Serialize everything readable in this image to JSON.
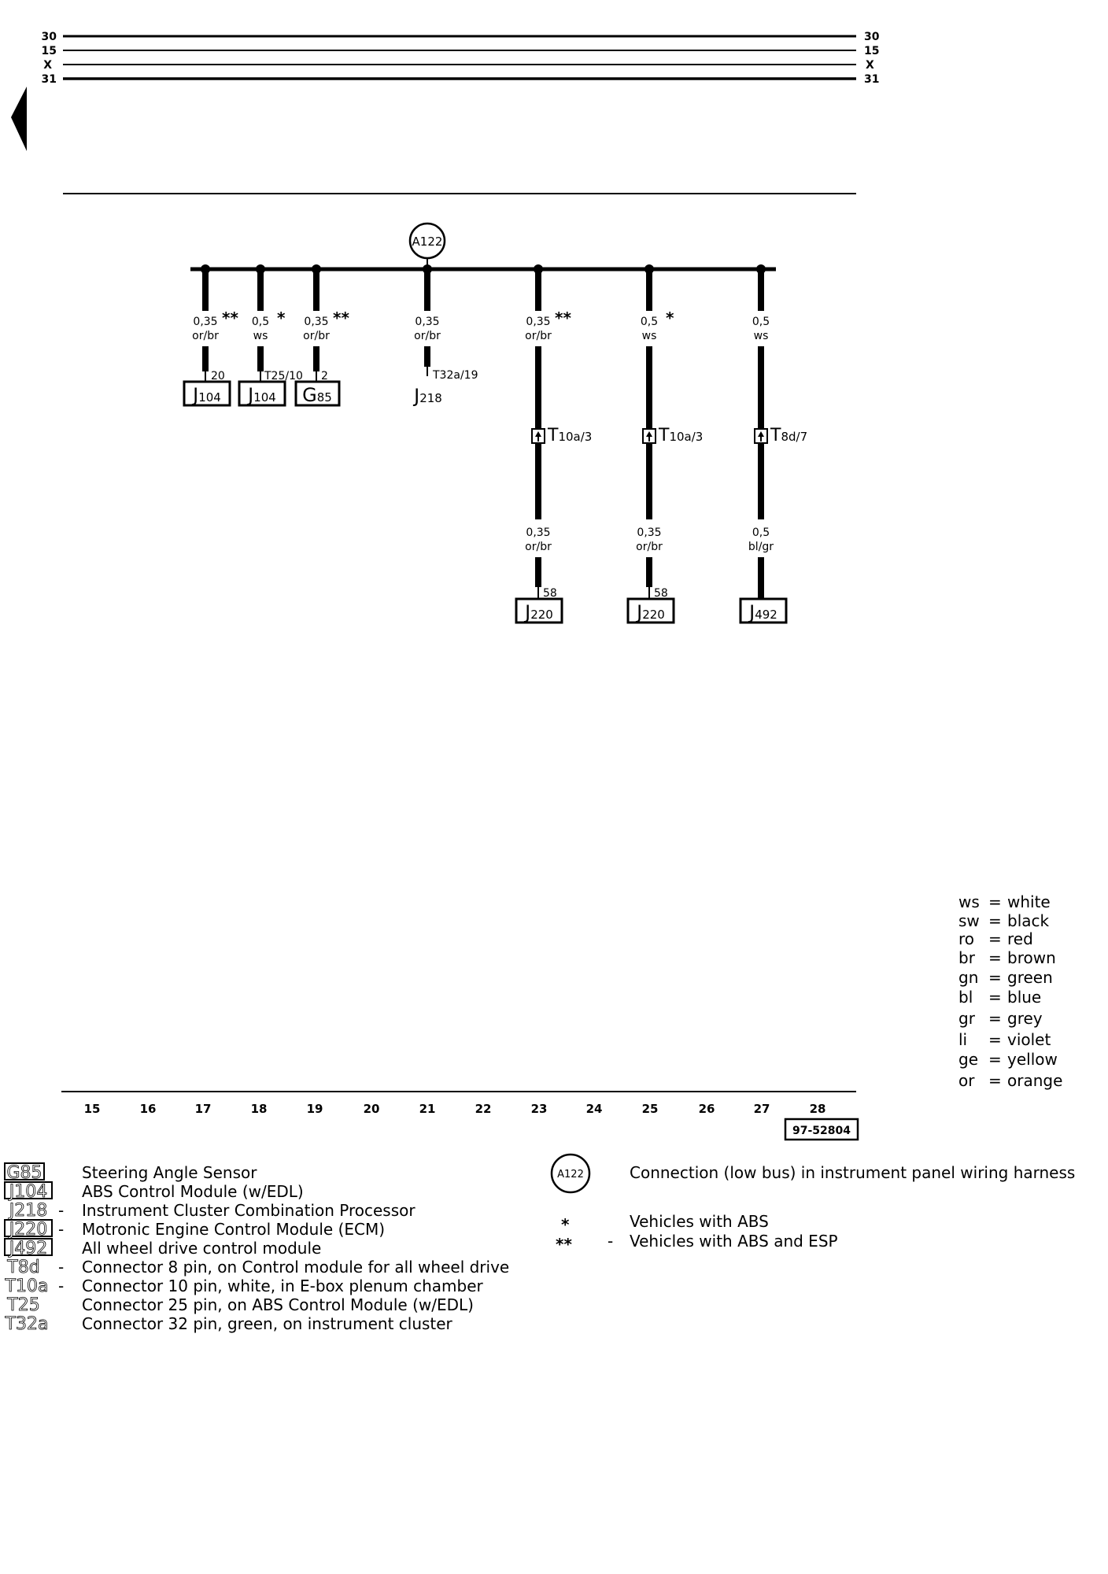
{
  "rails": [
    {
      "left": "30",
      "right": "30"
    },
    {
      "left": "15",
      "right": "15"
    },
    {
      "left": "X",
      "right": "X"
    },
    {
      "left": "31",
      "right": "31"
    }
  ],
  "bus": {
    "label": "A122"
  },
  "wires": {
    "w1": {
      "gauge": "0,35",
      "color": "or/br",
      "marker": "**"
    },
    "w2": {
      "gauge": "0,5",
      "color": "ws",
      "marker": "*"
    },
    "w3": {
      "gauge": "0,35",
      "color": "or/br",
      "marker": "**"
    },
    "w4": {
      "gauge": "0,35",
      "color": "or/br",
      "marker": ""
    },
    "w5": {
      "gauge": "0,35",
      "color": "or/br",
      "marker": "**",
      "connector_main": "T",
      "connector_sub": "10a/3",
      "lower_gauge": "0,35",
      "lower_color": "or/br"
    },
    "w6": {
      "gauge": "0,5",
      "color": "ws",
      "marker": "*",
      "connector_main": "T",
      "connector_sub": "10a/3",
      "lower_gauge": "0,35",
      "lower_color": "or/br"
    },
    "w7": {
      "gauge": "0,5",
      "color": "ws",
      "marker": "",
      "connector_main": "T",
      "connector_sub": "8d/7",
      "lower_gauge": "0,5",
      "lower_color": "bl/gr"
    }
  },
  "components": {
    "c1": {
      "main": "J",
      "sub": "104",
      "pin": "20"
    },
    "c2": {
      "main": "J",
      "sub": "104",
      "pin": "T25/10"
    },
    "c3": {
      "main": "G",
      "sub": "85",
      "pin": "2"
    },
    "c4": {
      "main": "J",
      "sub": "218",
      "pin": "T32a/19"
    },
    "c5": {
      "main": "J",
      "sub": "220",
      "pin": "58"
    },
    "c6": {
      "main": "J",
      "sub": "220",
      "pin": "58"
    },
    "c7": {
      "main": "J",
      "sub": "492",
      "pin": ""
    }
  },
  "color_codes": [
    {
      "code": "ws",
      "name": "white"
    },
    {
      "code": "sw",
      "name": "black"
    },
    {
      "code": "ro",
      "name": "red"
    },
    {
      "code": "br",
      "name": "brown"
    },
    {
      "code": "gn",
      "name": "green"
    },
    {
      "code": "bl",
      "name": "blue"
    },
    {
      "code": "gr",
      "name": "grey"
    },
    {
      "code": "li",
      "name": "violet"
    },
    {
      "code": "ge",
      "name": "yellow"
    },
    {
      "code": "or",
      "name": "orange"
    }
  ],
  "columns": [
    "15",
    "16",
    "17",
    "18",
    "19",
    "20",
    "21",
    "22",
    "23",
    "24",
    "25",
    "26",
    "27",
    "28"
  ],
  "reference": "97-52804",
  "legend": [
    {
      "code": "G85",
      "boxed": true,
      "dash": "",
      "text": "Steering Angle Sensor"
    },
    {
      "code": "J104",
      "boxed": true,
      "dash": "",
      "text": "ABS Control Module (w/EDL)"
    },
    {
      "code": "J218",
      "boxed": false,
      "dash": "-",
      "text": "Instrument Cluster Combination Processor"
    },
    {
      "code": "J220",
      "boxed": true,
      "dash": "-",
      "text": "Motronic Engine Control Module (ECM)"
    },
    {
      "code": "J492",
      "boxed": true,
      "dash": "",
      "text": "All wheel drive control module"
    },
    {
      "code": "T8d",
      "boxed": false,
      "dash": "-",
      "text": "Connector 8 pin, on Control module for all wheel drive"
    },
    {
      "code": "T10a",
      "boxed": false,
      "dash": "-",
      "text": "Connector 10 pin, white, in E-box plenum chamber"
    },
    {
      "code": "T25",
      "boxed": false,
      "dash": "",
      "text": "Connector 25 pin, on ABS Control Module (w/EDL)"
    },
    {
      "code": "T32a",
      "boxed": false,
      "dash": "",
      "text": "Connector 32 pin, green, on instrument cluster"
    }
  ],
  "legend_right": [
    {
      "symbol": "A122",
      "dash": "",
      "text": "Connection (low bus) in instrument panel wiring harness"
    },
    {
      "symbol": "*",
      "dash": "",
      "text": "Vehicles with ABS"
    },
    {
      "symbol": "**",
      "dash": "-",
      "text": "Vehicles with ABS and ESP"
    }
  ]
}
